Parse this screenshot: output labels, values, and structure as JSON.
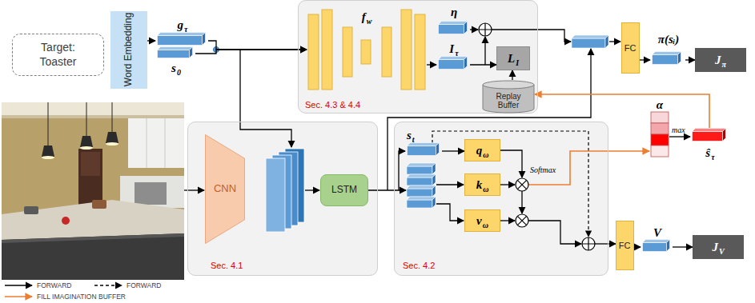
{
  "diagram": {
    "nodes": [
      {
        "text": [
          "Target: Toaster"
        ]
      },
      {
        "text": [
          "Word Embedding"
        ]
      },
      {
        "text": [
          "g",
          "τ"
        ]
      },
      {
        "text": [
          "s",
          "0"
        ]
      },
      {
        "text": [
          "Sec. 4.3 & 4.4"
        ]
      },
      {
        "text": [
          "f",
          "w"
        ],
        "in": 4
      },
      {
        "text": [
          "η"
        ],
        "in": 4
      },
      {
        "text": [
          "I",
          "τ"
        ],
        "in": 4
      },
      {
        "text": [
          "L",
          "I"
        ],
        "in": 4
      },
      {
        "text": [
          "Replay Buffer"
        ],
        "in": 4
      },
      {
        "text": [
          "FC"
        ]
      },
      {
        "text": [
          "π(sᵢ)"
        ]
      },
      {
        "text": [
          "J",
          "π"
        ]
      },
      {
        "text": [
          "Sec. 4.1"
        ]
      },
      {
        "text": [
          "CNN"
        ],
        "in": 13
      },
      {
        "text": [
          "LSTM"
        ],
        "in": 13
      },
      {
        "text": [
          "Sec. 4.2"
        ]
      },
      {
        "text": [
          "s",
          "t"
        ],
        "in": 16
      },
      {
        "text": [
          "q",
          "ω"
        ],
        "in": 16
      },
      {
        "text": [
          "k",
          "ω"
        ],
        "in": 16
      },
      {
        "text": [
          "v",
          "ω"
        ],
        "in": 16
      },
      {
        "text": [
          "α"
        ]
      },
      {
        "text": [
          "ŝ",
          "τ"
        ]
      },
      {
        "text": [
          "FC"
        ]
      },
      {
        "text": [
          "V"
        ]
      },
      {
        "text": [
          "J",
          "V"
        ]
      }
    ],
    "edges": [
      {
        "from": 1,
        "to": 2,
        "arrow": "to"
      },
      {
        "from": 2,
        "to": 5,
        "arrow": "to"
      },
      {
        "from": 3,
        "to": 5,
        "arrow": "to"
      },
      {
        "from": 5,
        "to": 7,
        "arrow": "to"
      },
      {
        "from": 7,
        "to": 8,
        "arrow": "to"
      },
      {
        "from": 9,
        "to": 8,
        "arrow": "to"
      },
      {
        "from": 10,
        "to": 11,
        "arrow": "to"
      },
      {
        "from": 11,
        "to": 12,
        "arrow": "to"
      },
      {
        "from": 15,
        "to": 17,
        "arrow": "to"
      },
      {
        "from": 17,
        "to": 18,
        "arrow": "to"
      },
      {
        "from": 21,
        "to": 22,
        "label": "max",
        "arrow": "to"
      },
      {
        "from": 22,
        "to": 9,
        "arrow": "to"
      },
      {
        "from": 23,
        "to": 24,
        "arrow": "to"
      },
      {
        "from": 24,
        "to": 25,
        "arrow": "to"
      }
    ],
    "labels": [
      "Softmax"
    ],
    "legend": [
      {
        "text": "FORWARD"
      },
      {
        "text": "FORWARD"
      },
      {
        "text": "FILL IMAGINATION BUFFER"
      }
    ]
  }
}
